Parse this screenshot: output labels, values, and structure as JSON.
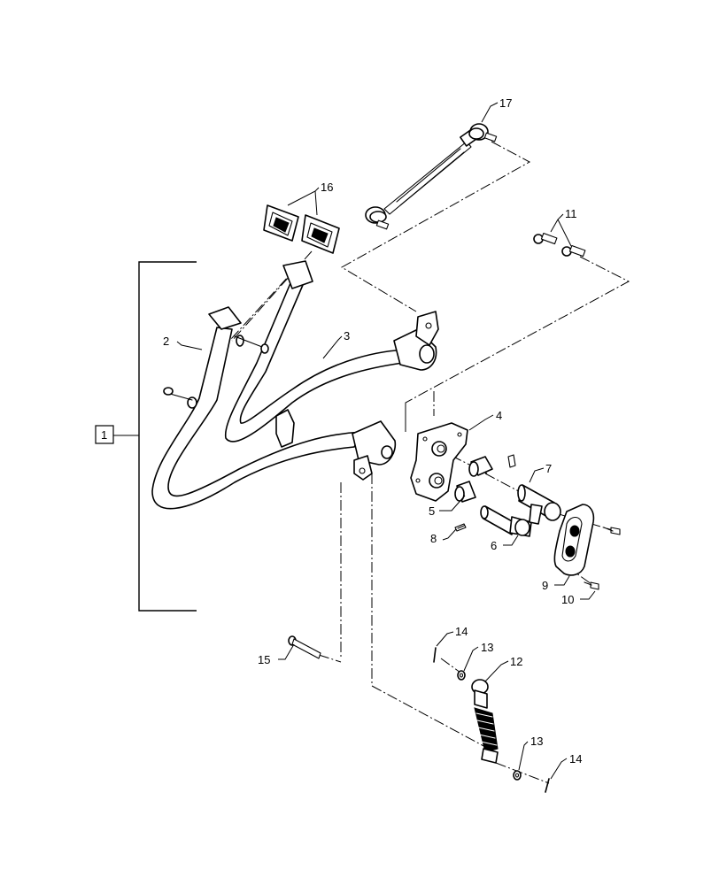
{
  "diagram": {
    "callouts": {
      "c1": "1",
      "c2": "2",
      "c3": "3",
      "c4": "4",
      "c5": "5",
      "c6": "6",
      "c7": "7",
      "c8": "8",
      "c9": "9",
      "c10": "10",
      "c11": "11",
      "c12": "12",
      "c13a": "13",
      "c13b": "13",
      "c14a": "14",
      "c14b": "14",
      "c15": "15",
      "c16": "16",
      "c17": "17"
    }
  }
}
